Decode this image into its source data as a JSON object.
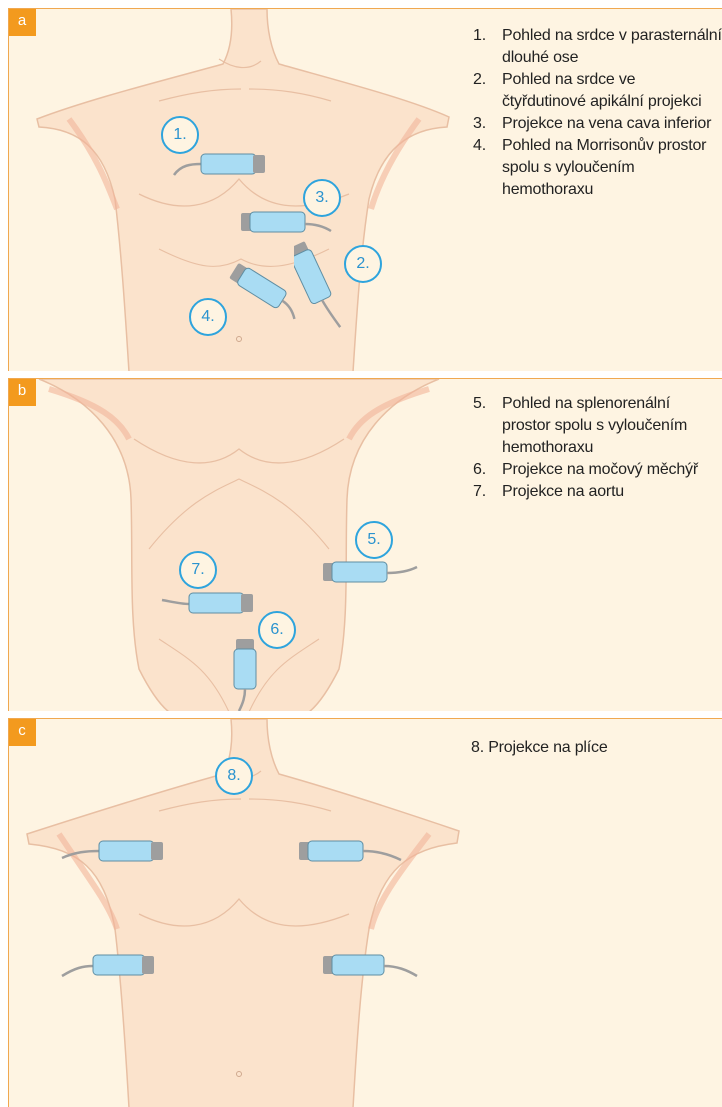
{
  "panels": [
    {
      "letter": "a",
      "items": [
        {
          "num": "1.",
          "text": "Pohled na srdce v parasternální dlouhé ose"
        },
        {
          "num": "2.",
          "text": "Pohled na srdce ve čtyřdutinové apikální projekci"
        },
        {
          "num": "3.",
          "text": "Projekce na vena cava inferior"
        },
        {
          "num": "4.",
          "text": "Pohled na Morrisonův prostor spolu s vyloučením hemothoraxu"
        }
      ],
      "markers": [
        "1.",
        "2.",
        "3.",
        "4."
      ]
    },
    {
      "letter": "b",
      "items": [
        {
          "num": "5.",
          "text": "Pohled na splenorenální prostor spolu s vyloučením hemothoraxu"
        },
        {
          "num": "6.",
          "text": "Projekce na močový měchýř"
        },
        {
          "num": "7.",
          "text": "Projekce na aortu"
        }
      ],
      "markers": [
        "5.",
        "6.",
        "7."
      ]
    },
    {
      "letter": "c",
      "caption": "8. Projekce na plíce",
      "markers": [
        "8."
      ]
    }
  ],
  "colors": {
    "skin": "#fbe3cc",
    "outline": "#e8bfa3",
    "shadow": "#f1b49a",
    "probe": "#a9dcf3",
    "probe_head": "#9e9e9e",
    "accent": "#f39a1e",
    "label": "#2ea4dd"
  }
}
